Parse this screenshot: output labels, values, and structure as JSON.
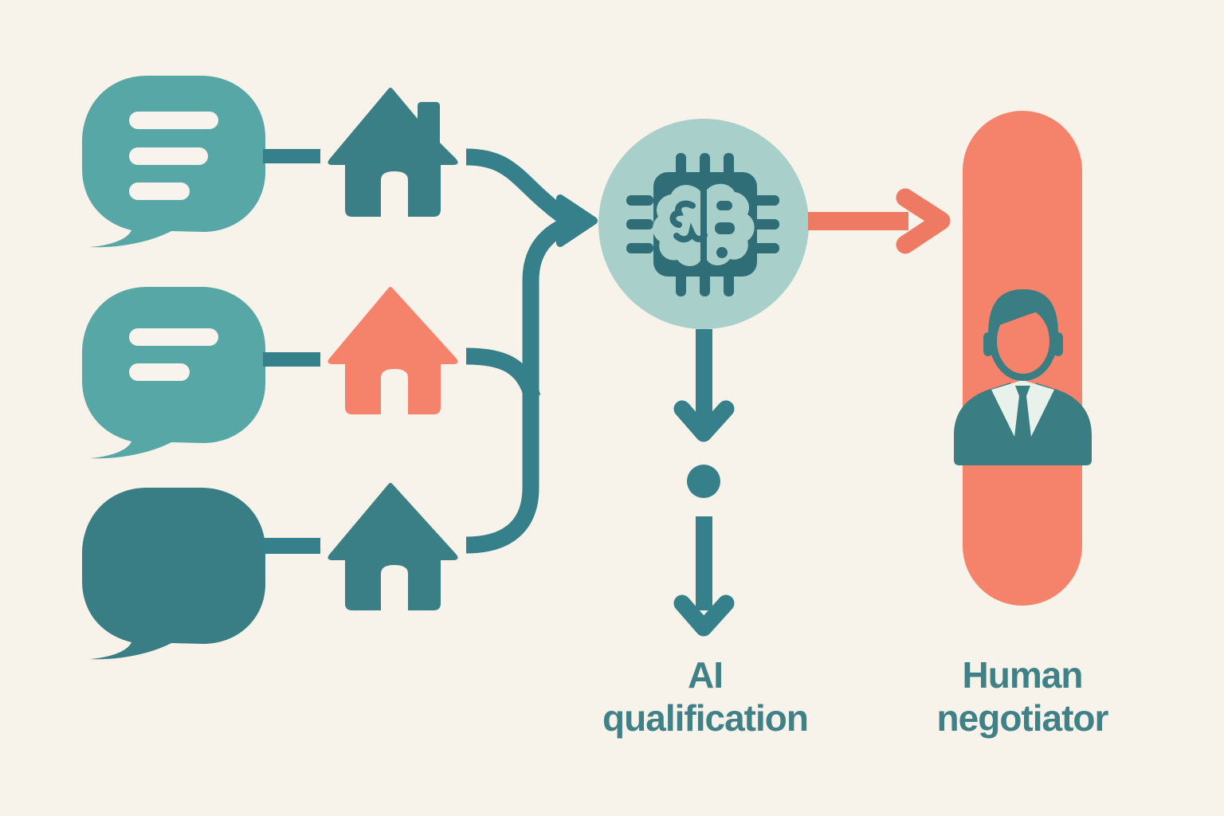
{
  "labels": {
    "ai_qualification": {
      "line1": "AI",
      "line2": "qualification"
    },
    "human_negotiator": {
      "line1": "Human",
      "line2": "negotiator"
    }
  },
  "icons": {
    "chat_bubble_1": "chat-bubble-three-text-lines",
    "chat_bubble_2": "chat-bubble-two-text-lines",
    "chat_bubble_3": "chat-bubble-solid",
    "house_1": "house-with-chimney",
    "house_2": "house-highlighted",
    "house_3": "house",
    "ai_node": "ai-brain-chip",
    "human_node": "business-person-avatar",
    "arrows": [
      "curved-merge-arrows",
      "down-arrow",
      "dot",
      "down-arrow",
      "right-arrow"
    ]
  },
  "colors": {
    "background": "#f8f3ea",
    "cream": "#f8f3ec",
    "bubble_teal": "#58a7a7",
    "dark_teal": "#397e85",
    "connector_teal": "#35808a",
    "house_teal": "#3a7f85",
    "coral": "#f5826a",
    "coral_arrow": "#ee7a63",
    "coral_pill": "#f5836b",
    "circle_light": "#a8cfca",
    "chip_teal": "#2f6e76",
    "person_teal": "#3a7d82",
    "shirt_white": "#e9f1eb",
    "text_teal": "#3f8187"
  }
}
